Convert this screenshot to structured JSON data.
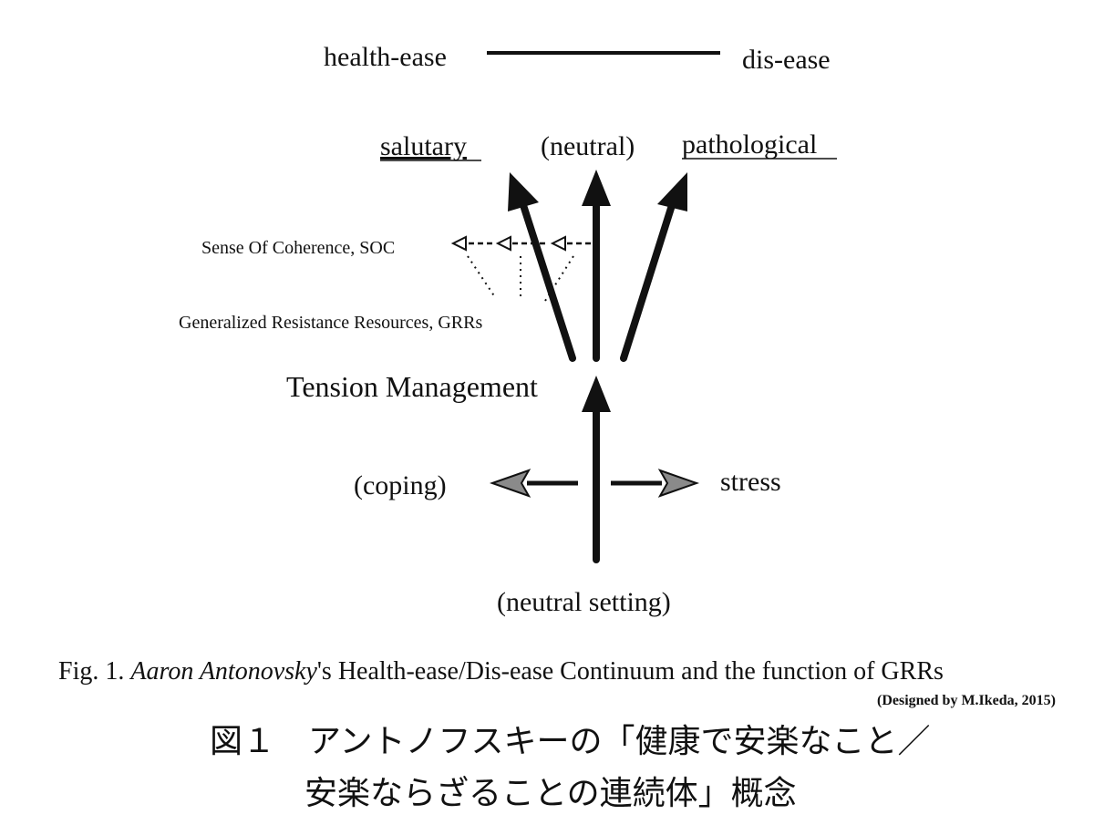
{
  "continuum": {
    "left_label": "health-ease",
    "right_label": "dis-ease"
  },
  "outcomes": {
    "salutary": "salutary",
    "neutral": "(neutral)",
    "pathological": "pathological"
  },
  "resources": {
    "soc_label": "Sense Of Coherence, SOC",
    "grr_label": "Generalized Resistance Resources, GRRs"
  },
  "process": {
    "tension_management": "Tension Management",
    "coping": "(coping)",
    "stress": "stress",
    "neutral_setting": "(neutral setting)"
  },
  "caption": {
    "prefix": "Fig. 1. ",
    "author": "Aaron Antonovsky",
    "suffix": "'s Health-ease/Dis-ease Continuum and the function of GRRs",
    "credit": "(Designed by M.Ikeda, 2015)",
    "jp_line1": "図１　アントノフスキーの「健康で安楽なこと／",
    "jp_line2": "安楽ならざることの連続体」概念"
  },
  "colors": {
    "ink": "#111111",
    "arrow_fill_gray": "#8a8a8a"
  }
}
